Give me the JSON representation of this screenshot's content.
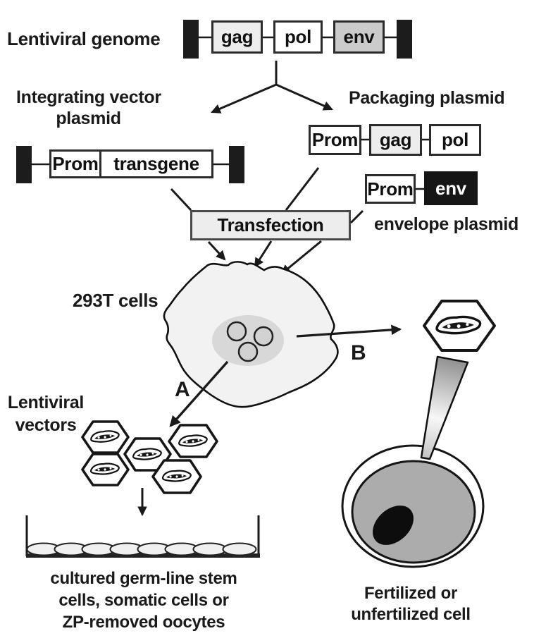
{
  "figure": {
    "genome": {
      "label": "Lentiviral genome",
      "gag": "gag",
      "pol": "pol",
      "env": "env"
    },
    "integrating": {
      "title1": "Integrating vector",
      "title2": "plasmid",
      "prom": "Prom",
      "transgene": "transgene"
    },
    "packaging": {
      "title": "Packaging plasmid",
      "prom": "Prom",
      "gag": "gag",
      "pol": "pol"
    },
    "envelope": {
      "prom": "Prom",
      "env": "env",
      "caption": "envelope plasmid"
    },
    "transfection": {
      "label": "Transfection"
    },
    "producer": {
      "label": "293T cells"
    },
    "routes": {
      "a": "A",
      "b": "B"
    },
    "vectors": {
      "title1": "Lentiviral",
      "title2": "vectors"
    },
    "dish": {
      "caption1": "cultured germ-line stem",
      "caption2": "cells, somatic cells or",
      "caption3": "ZP-removed oocytes"
    },
    "egg": {
      "caption1": "Fertilized or",
      "caption2": "unfertilized cell"
    }
  },
  "colors": {
    "ink": "#1a1a1a",
    "light_box": "#ededed",
    "mid_box": "#cbcbcb",
    "black_box": "#161616",
    "cell_fill": "#f2f2f2",
    "nucleus_fill": "#d8d8d8",
    "egg_fill": "#acacac",
    "dish_cell_fill": "#f0f0f0"
  }
}
